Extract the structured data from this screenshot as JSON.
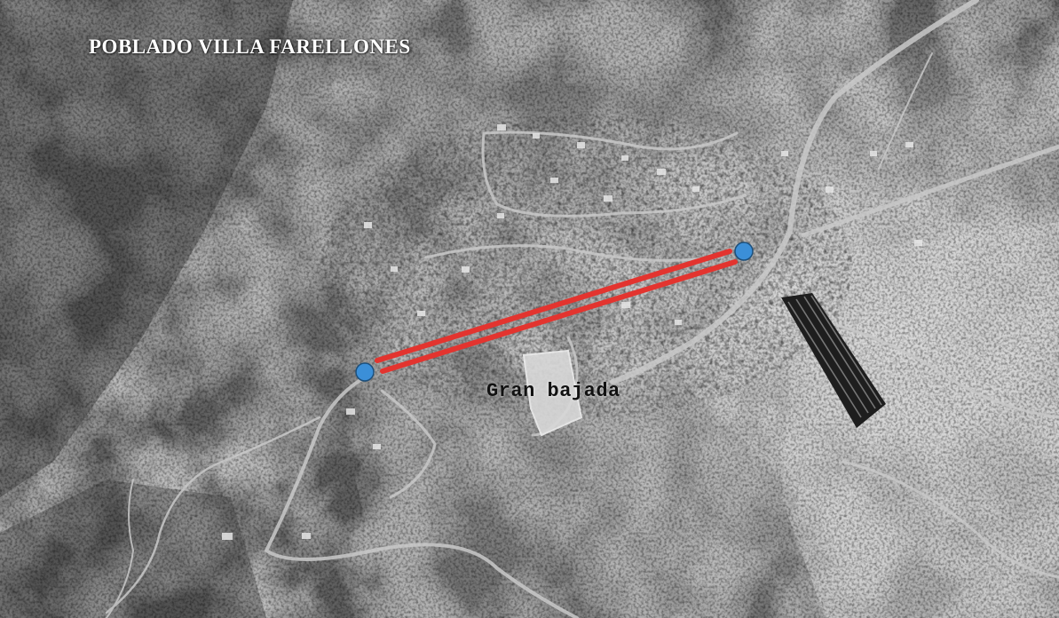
{
  "map": {
    "title": "POBLADO VILLA FARELLONES",
    "route_label": "Gran bajada"
  },
  "colors": {
    "route_line": "#e3342f",
    "station_marker": "#3b8fd8",
    "station_outline": "#1d4f7a"
  },
  "icons": {
    "station": "blue-circle-marker"
  }
}
